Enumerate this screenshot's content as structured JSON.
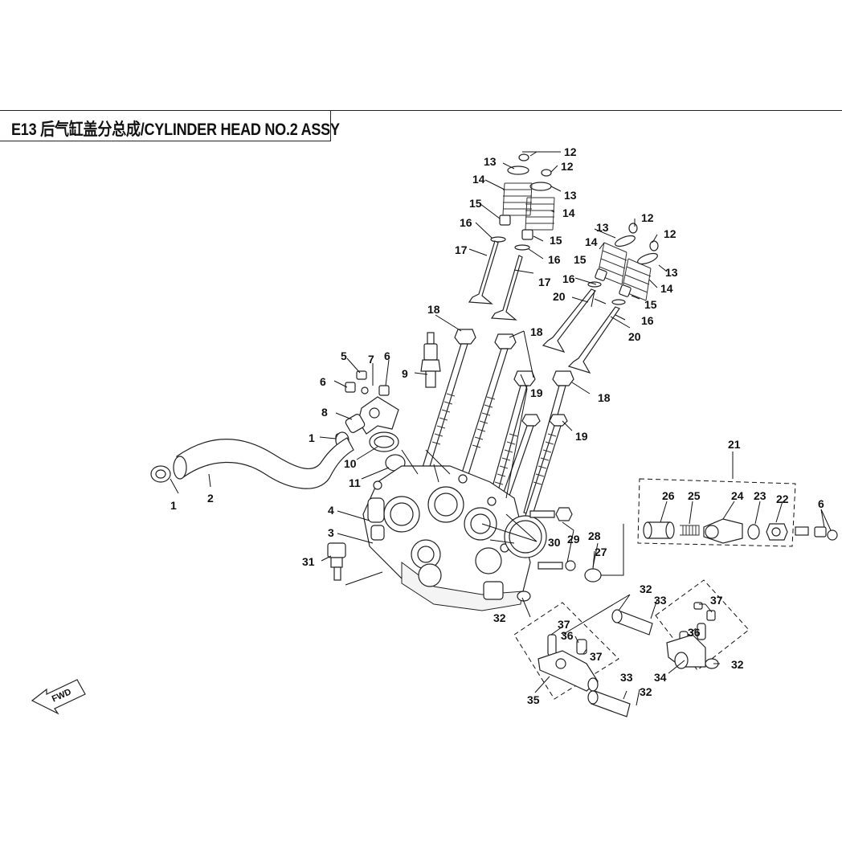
{
  "title": "E13 后气缸盖分总成/CYLINDER HEAD NO.2 ASSY",
  "fwd_label": "FWD",
  "callouts": [
    "1",
    "2",
    "3",
    "4",
    "5",
    "6",
    "7",
    "8",
    "9",
    "10",
    "11",
    "12",
    "13",
    "14",
    "15",
    "16",
    "17",
    "18",
    "19",
    "20",
    "21",
    "22",
    "23",
    "24",
    "25",
    "26",
    "27",
    "28",
    "29",
    "30",
    "31",
    "32",
    "33",
    "34",
    "35",
    "36",
    "37"
  ]
}
